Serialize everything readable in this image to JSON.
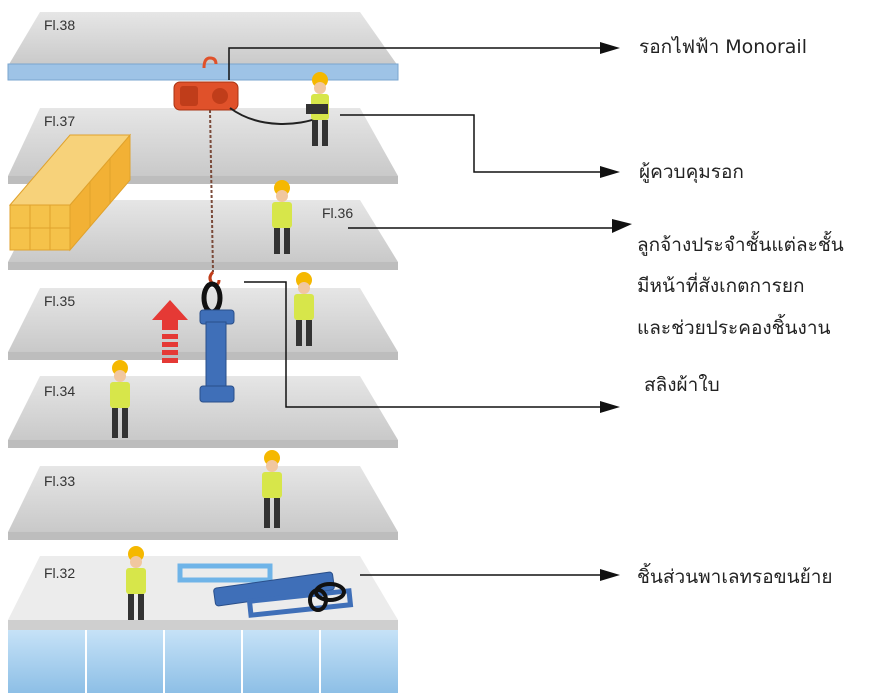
{
  "floors": [
    {
      "label": "Fl.38"
    },
    {
      "label": "Fl.37"
    },
    {
      "label": "Fl.36"
    },
    {
      "label": "Fl.35"
    },
    {
      "label": "Fl.34"
    },
    {
      "label": "Fl.33"
    },
    {
      "label": "Fl.32"
    }
  ],
  "callouts": {
    "monorail_hoist": "รอกไฟฟ้า Monorail",
    "hoist_controller": "ผู้ควบคุมรอก",
    "floor_worker_line1": "ลูกจ้างประจำชั้นแต่ละชั้น",
    "floor_worker_line2": "มีหน้าที่สังเกตการยก",
    "floor_worker_line3": "และช่วยประคองชิ้นงาน",
    "webbing_sling": "สลิงผ้าใบ",
    "pallet_parts": "ชิ้นส่วนพาเลทรอขนย้าย"
  },
  "colors": {
    "slab_top": "#d9d9d9",
    "slab_edge": "#bdbdbd",
    "beam": "#9ec3e6",
    "hoist": "#e0512a",
    "arrow": "#e53935",
    "part": "#3f6fb8",
    "glass": "#a8d0f0",
    "vest": "#d7e64a",
    "hardhat": "#f5b800"
  }
}
